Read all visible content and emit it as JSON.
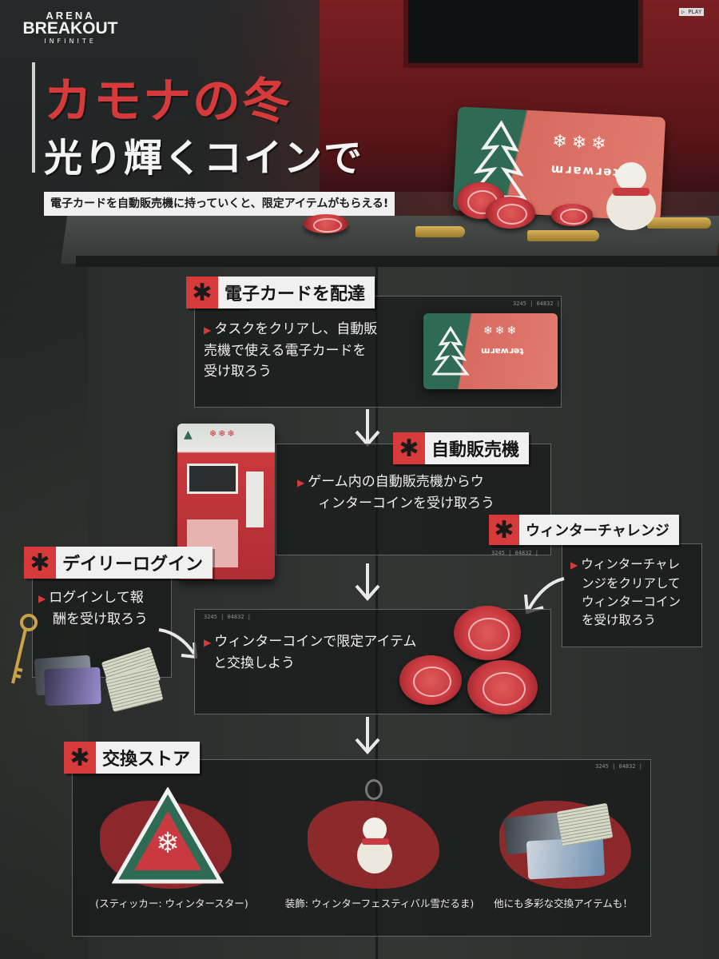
{
  "logo": {
    "line1": "ARENA",
    "line2": "BREAKOUT",
    "line3": "INFINITE"
  },
  "title": {
    "line1": "カモナの冬",
    "line2": "光り輝くコインで"
  },
  "subtitle": "電子カードを自動販売機に持っていくと、限定アイテムがもらえる!",
  "hero": {
    "card_label": "ɯɹɐʍɹǝʇ",
    "hud_play": "▷ PLAY"
  },
  "sections": {
    "delivery": {
      "heading": "電子カードを配達",
      "lines": [
        "タスクをクリアし、自動販",
        "売機で使える電子カードを",
        "受け取ろう"
      ]
    },
    "vending": {
      "heading": "自動販売機",
      "lines": [
        "ゲーム内の自動販売機からウ",
        "ィンターコインを受け取ろう"
      ]
    },
    "challenge": {
      "heading": "ウィンターチャレンジ",
      "lines": [
        "ウィンターチャレ",
        "ンジをクリアして",
        "ウィンターコイン",
        "を受け取ろう"
      ]
    },
    "login": {
      "heading": "デイリーログイン",
      "lines": [
        "ログインして報",
        "酬を受け取ろう"
      ]
    },
    "exchange": {
      "lines": [
        "ウィンターコインで限定アイテム",
        "と交換しよう"
      ]
    },
    "store": {
      "heading": "交換ストア",
      "items": [
        {
          "caption": "(スティッカー: ウィンタースター)"
        },
        {
          "caption": "装飾: ウィンターフェスティバル雪だるま)"
        },
        {
          "caption": "他にも多彩な交換アイテムも！"
        }
      ]
    }
  },
  "hud": {
    "code_a": "3245 | 04832 |",
    "code_b": "3245 | 04832 |",
    "code_c": "3245 | 04832 |",
    "code_d": "3245 | 04832 |"
  },
  "colors": {
    "accent_red": "#d63a3a",
    "heading_bg": "#f0f0f0",
    "card_green": "#2f6a55"
  },
  "icons": [
    "asterisk-icon",
    "arrow-down-icon",
    "play-icon"
  ]
}
